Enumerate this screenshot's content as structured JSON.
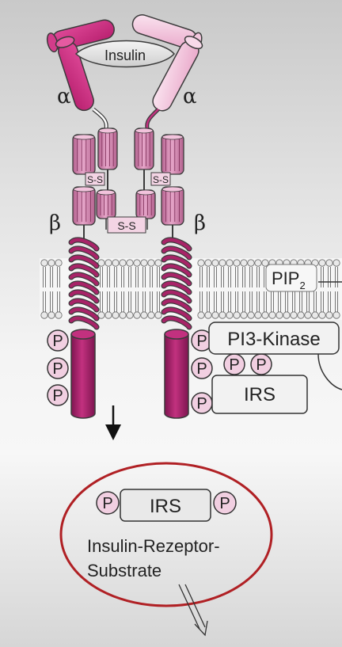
{
  "labels": {
    "ligand": "Insulin",
    "alpha": "α",
    "beta": "β",
    "disulfide": "S-S",
    "pip_base": "PIP",
    "pip_sub": "2",
    "pi3k": "PI3-Kinase",
    "irs": "IRS",
    "phospho": "P",
    "substrate_line1": "Insulin-Rezeptor-",
    "substrate_line2": "Substrate"
  },
  "colors": {
    "magenta_dark": "#9a1d62",
    "magenta": "#c2317f",
    "pink_mid": "#d98ab5",
    "pink_light": "#f1cfe1",
    "outline": "#3b3b3b",
    "highlight_circle": "#b02024",
    "box_fill": "#f0f0f0"
  }
}
